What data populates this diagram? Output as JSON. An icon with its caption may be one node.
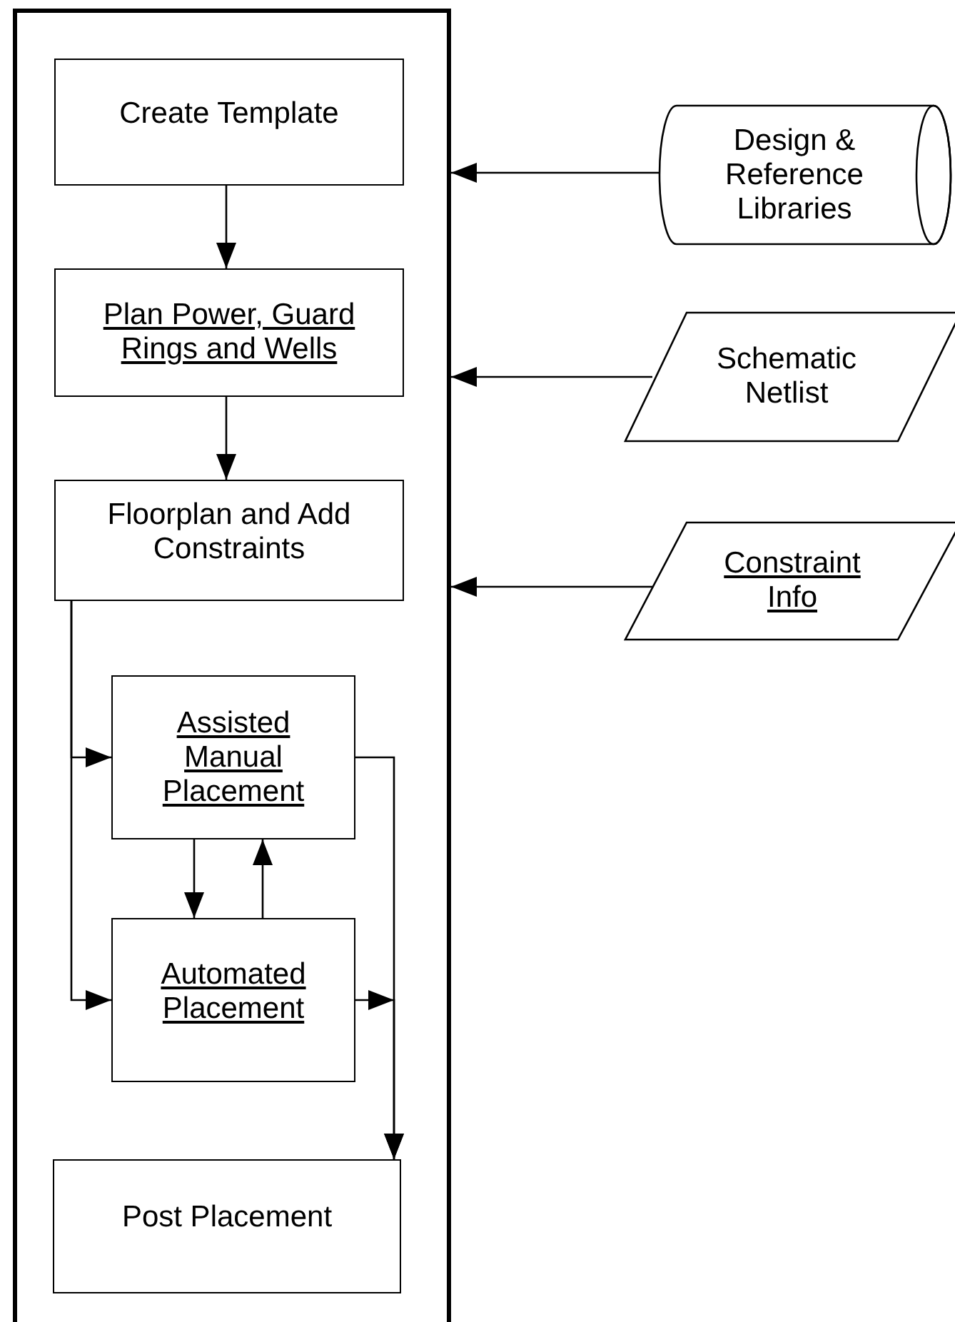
{
  "diagram": {
    "nodes": [
      {
        "text": [],
        "shape": "box"
      },
      {
        "text": [
          "Create Template"
        ],
        "in": 0
      },
      {
        "text": [
          "Plan Power, Guard Rings and Wells"
        ],
        "in": 0
      },
      {
        "text": [
          "Floorplan and Add Constraints"
        ],
        "in": 0
      },
      {
        "text": [
          "Assisted Manual Placement"
        ],
        "in": 0
      },
      {
        "text": [
          "Automated Placement"
        ],
        "in": 0
      },
      {
        "text": [
          "Post Placement"
        ],
        "in": 0
      },
      {
        "text": [
          "Design & Reference Libraries"
        ]
      },
      {
        "text": [
          "Schematic Netlist"
        ]
      },
      {
        "text": [
          "Constraint Info"
        ]
      }
    ],
    "edges": [
      {
        "from": 1,
        "to": 2,
        "arrow": "to"
      },
      {
        "from": 2,
        "to": 3,
        "arrow": "to"
      },
      {
        "from": 3,
        "to": 4,
        "arrow": "to"
      },
      {
        "from": 3,
        "to": 5,
        "arrow": "to"
      },
      {
        "from": 4,
        "to": 5,
        "arrow": "to"
      },
      {
        "from": 5,
        "to": 4,
        "arrow": "to"
      },
      {
        "from": 4,
        "to": 6,
        "arrow": "to"
      },
      {
        "from": 5,
        "to": 6,
        "arrow": "to"
      },
      {
        "from": 7,
        "to": 0,
        "arrow": "to"
      },
      {
        "from": 8,
        "to": 0,
        "arrow": "to"
      },
      {
        "from": 9,
        "to": 0,
        "arrow": "to"
      }
    ]
  }
}
